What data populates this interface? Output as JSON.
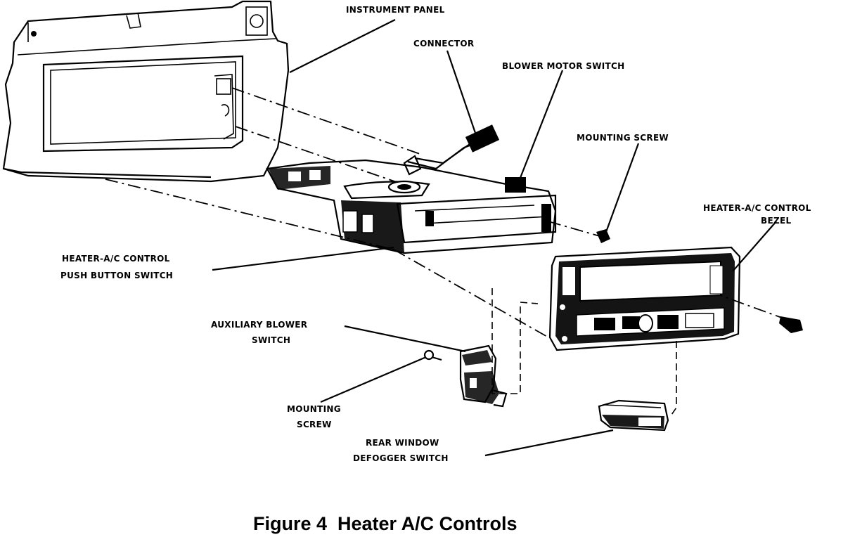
{
  "labels": {
    "instrument_panel": "INSTRUMENT PANEL",
    "connector": "CONNECTOR",
    "blower_motor_switch": "BLOWER MOTOR SWITCH",
    "mounting_screw_top": "MOUNTING SCREW",
    "bezel_line1": "HEATER-A/C CONTROL",
    "bezel_line2": "BEZEL",
    "push_button_line1": "HEATER-A/C CONTROL",
    "push_button_line2": "PUSH BUTTON SWITCH",
    "aux_line1": "AUXILIARY BLOWER",
    "aux_line2": "SWITCH",
    "mounting_screw_low_line1": "MOUNTING",
    "mounting_screw_low_line2": "SCREW",
    "rear_line1": "REAR WINDOW",
    "rear_line2": "DEFOGGER SWITCH"
  },
  "caption": "Figure 4  Heater A/C Controls"
}
